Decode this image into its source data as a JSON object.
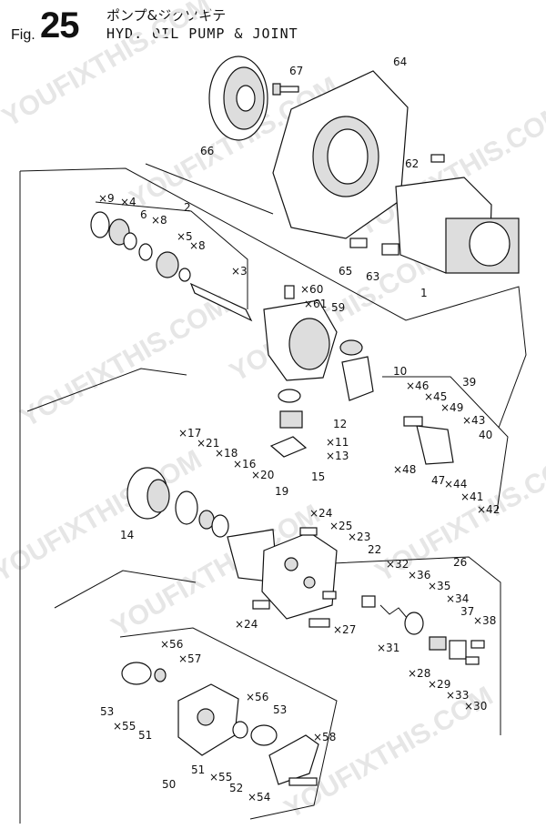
{
  "header": {
    "fig_label": "Fig.",
    "fig_number": "25",
    "title_jp": "ポンプ&ジクツギテ",
    "title_en": "HYD. OIL PUMP & JOINT"
  },
  "watermark": "YOUFIXTHIS.COM",
  "callouts": [
    {
      "id": "c67",
      "text": "67"
    },
    {
      "id": "c64",
      "text": "64"
    },
    {
      "id": "c66",
      "text": "66"
    },
    {
      "id": "c62",
      "text": "62"
    },
    {
      "id": "c65",
      "text": "65"
    },
    {
      "id": "c63",
      "text": "63"
    },
    {
      "id": "c1",
      "text": "1"
    },
    {
      "id": "c9",
      "text": "×9"
    },
    {
      "id": "c4",
      "text": "×4"
    },
    {
      "id": "c2",
      "text": "2"
    },
    {
      "id": "c6",
      "text": "6"
    },
    {
      "id": "c8a",
      "text": "×8"
    },
    {
      "id": "c5",
      "text": "×5"
    },
    {
      "id": "c8b",
      "text": "×8"
    },
    {
      "id": "c3",
      "text": "×3"
    },
    {
      "id": "c60",
      "text": "×60"
    },
    {
      "id": "c61",
      "text": "×61"
    },
    {
      "id": "c59",
      "text": "59"
    },
    {
      "id": "c10",
      "text": "10"
    },
    {
      "id": "c39",
      "text": "39"
    },
    {
      "id": "c46",
      "text": "×46"
    },
    {
      "id": "c45",
      "text": "×45"
    },
    {
      "id": "c49",
      "text": "×49"
    },
    {
      "id": "c43",
      "text": "×43"
    },
    {
      "id": "c40",
      "text": "40"
    },
    {
      "id": "c12",
      "text": "12"
    },
    {
      "id": "c11",
      "text": "×11"
    },
    {
      "id": "c13",
      "text": "×13"
    },
    {
      "id": "c48",
      "text": "×48"
    },
    {
      "id": "c47",
      "text": "47"
    },
    {
      "id": "c44",
      "text": "×44"
    },
    {
      "id": "c41",
      "text": "×41"
    },
    {
      "id": "c42",
      "text": "×42"
    },
    {
      "id": "c17",
      "text": "×17"
    },
    {
      "id": "c21",
      "text": "×21"
    },
    {
      "id": "c18",
      "text": "×18"
    },
    {
      "id": "c16",
      "text": "×16"
    },
    {
      "id": "c20",
      "text": "×20"
    },
    {
      "id": "c15",
      "text": "15"
    },
    {
      "id": "c19",
      "text": "19"
    },
    {
      "id": "c14",
      "text": "14"
    },
    {
      "id": "c24a",
      "text": "×24"
    },
    {
      "id": "c25",
      "text": "×25"
    },
    {
      "id": "c23",
      "text": "×23"
    },
    {
      "id": "c22",
      "text": "22"
    },
    {
      "id": "c26",
      "text": "26"
    },
    {
      "id": "c32",
      "text": "×32"
    },
    {
      "id": "c36",
      "text": "×36"
    },
    {
      "id": "c35",
      "text": "×35"
    },
    {
      "id": "c34",
      "text": "×34"
    },
    {
      "id": "c37",
      "text": "37"
    },
    {
      "id": "c38",
      "text": "×38"
    },
    {
      "id": "c24b",
      "text": "×24"
    },
    {
      "id": "c27",
      "text": "×27"
    },
    {
      "id": "c31",
      "text": "×31"
    },
    {
      "id": "c28",
      "text": "×28"
    },
    {
      "id": "c29",
      "text": "×29"
    },
    {
      "id": "c33",
      "text": "×33"
    },
    {
      "id": "c30",
      "text": "×30"
    },
    {
      "id": "c56a",
      "text": "×56"
    },
    {
      "id": "c57",
      "text": "×57"
    },
    {
      "id": "c53a",
      "text": "53"
    },
    {
      "id": "c55a",
      "text": "×55"
    },
    {
      "id": "c51a",
      "text": "51"
    },
    {
      "id": "c56b",
      "text": "×56"
    },
    {
      "id": "c53b",
      "text": "53"
    },
    {
      "id": "c58",
      "text": "×58"
    },
    {
      "id": "c51b",
      "text": "51"
    },
    {
      "id": "c55b",
      "text": "×55"
    },
    {
      "id": "c52",
      "text": "52"
    },
    {
      "id": "c50",
      "text": "50"
    },
    {
      "id": "c54",
      "text": "×54"
    }
  ]
}
